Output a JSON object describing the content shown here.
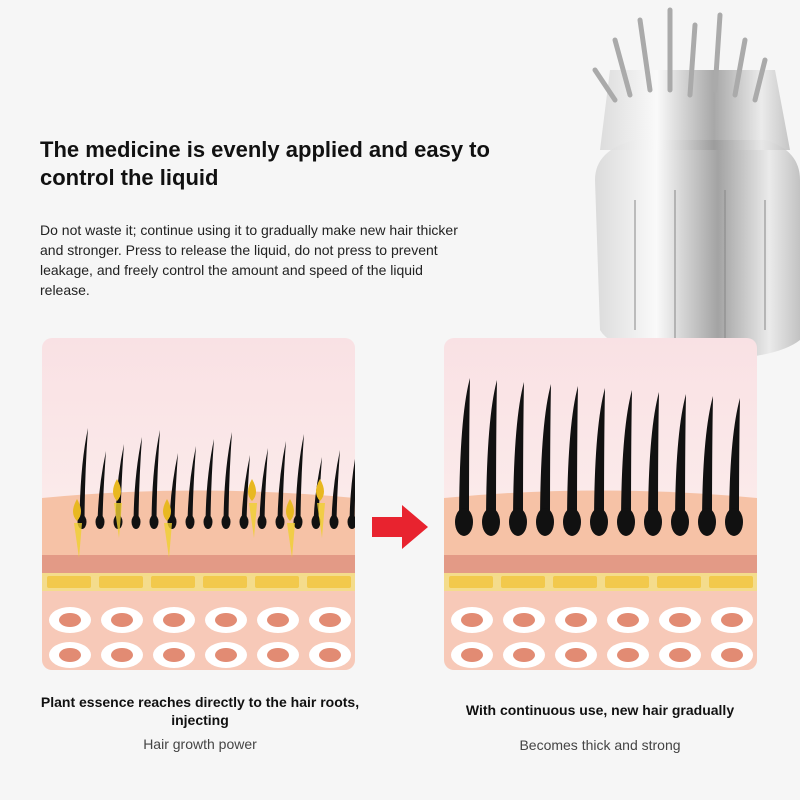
{
  "heading": "The medicine is evenly applied and easy to control the liquid",
  "description": "Do not waste it; continue using it to gradually make new hair thicker and stronger. Press to release the liquid, do not press to prevent leakage, and freely control the amount and speed of the liquid release.",
  "left_panel": {
    "caption": "Plant essence reaches directly to the hair roots, injecting",
    "subcaption": "Hair growth power"
  },
  "right_panel": {
    "caption": "With continuous use, new hair gradually",
    "subcaption": "Becomes thick and strong"
  },
  "colors": {
    "arrow": "#e8232f",
    "skin": "#f6c2a6",
    "band": "#e39a86",
    "yellow": "#f2c94c",
    "cells": "#f7c9b8"
  }
}
